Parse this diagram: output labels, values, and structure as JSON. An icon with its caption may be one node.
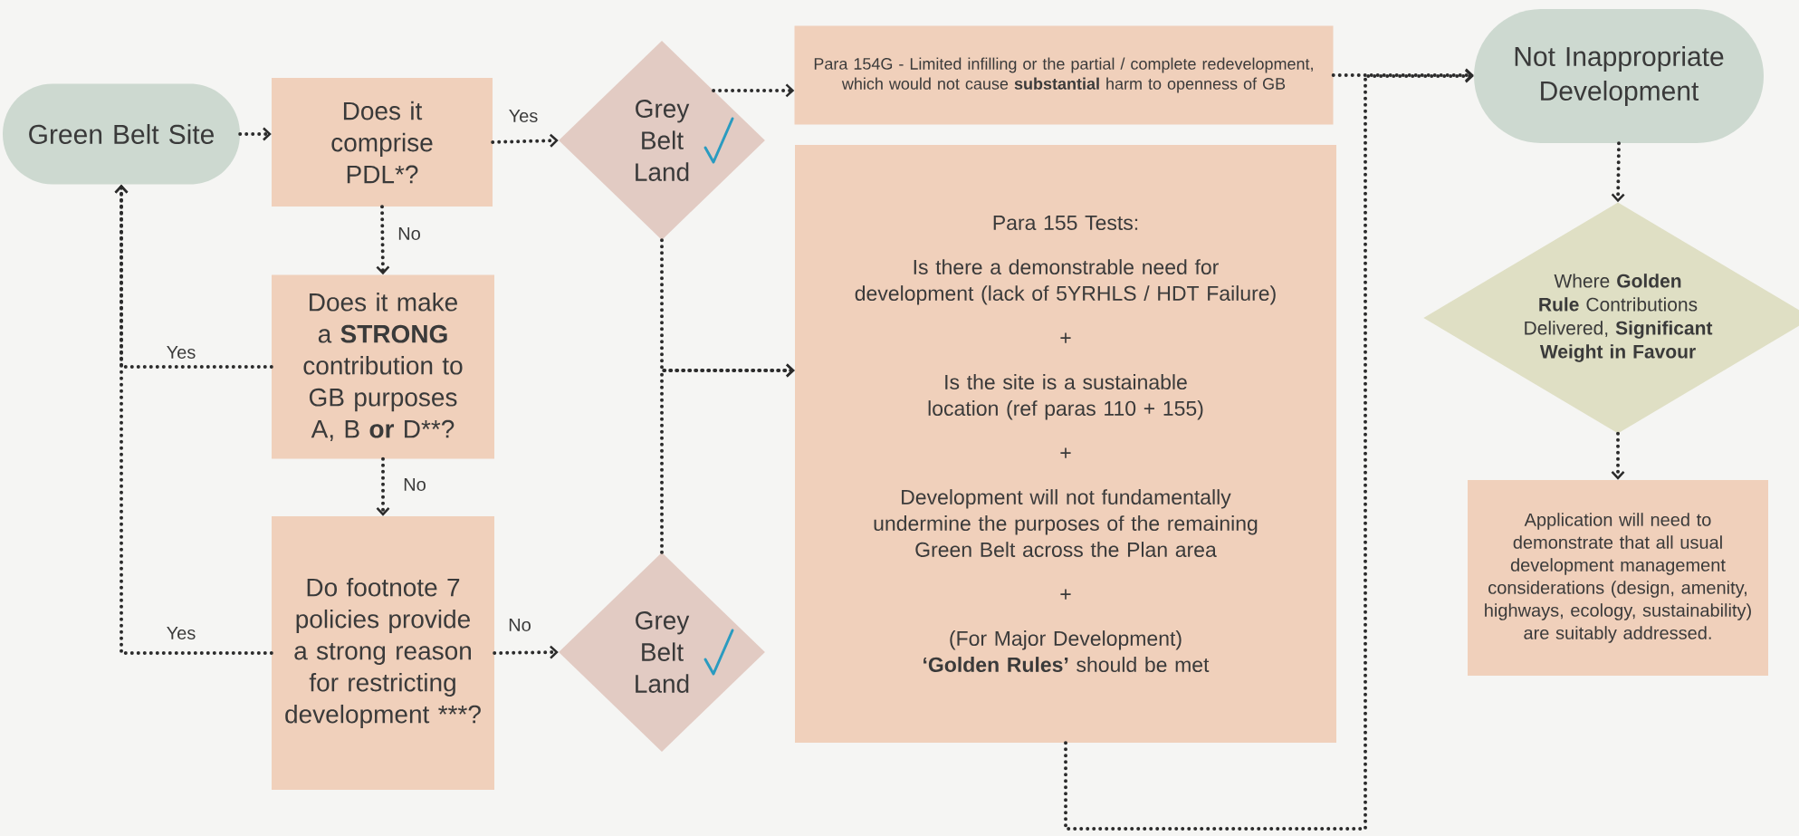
{
  "diagram": {
    "nodes": [
      {
        "text": [
          "Green Belt Site"
        ]
      },
      {
        "text": [
          "Does it comprise PDL*?"
        ]
      },
      {
        "text": [
          "Grey Belt Land"
        ]
      },
      {
        "text": [
          "Para 154G - Limited infilling or the partial / complete redevelopment, which would not cause **substantial** harm to openness of GB"
        ]
      },
      {
        "text": [
          "Para 155 Tests:",
          "Is there a demonstrable need for development (lack of 5YRHLS / HDT Failure)",
          "+",
          "Is the site is a sustainable location (ref paras 110 + 155)",
          "+",
          "Development will not fundamentally undermine the purposes of the remaining Green Belt across the Plan area",
          "+",
          "(For Major Development) **‘Golden Rules’** should be met"
        ]
      },
      {
        "text": [
          "Not Inappropriate Development"
        ]
      },
      {
        "text": [
          "Does it make a **STRONG** contribution to GB purposes A, B **or** D**?"
        ]
      },
      {
        "text": [
          "Where **Golden Rule** Contributions Delivered, **Significant Weight in Favour**"
        ]
      },
      {
        "text": [
          "Do footnote 7 policies provide a strong reason for restricting development ***?"
        ]
      },
      {
        "text": [
          "Grey Belt Land"
        ]
      },
      {
        "text": [
          "Application will need to demonstrate that all usual development management considerations (design, amenity, highways, ecology, sustainability) are suitably addressed."
        ]
      }
    ],
    "edges": [
      {
        "from": 0,
        "to": 1,
        "arrow": "to"
      },
      {
        "from": 1,
        "to": 2,
        "arrow": "to",
        "label": "Yes"
      },
      {
        "from": 1,
        "to": 6,
        "arrow": "to",
        "label": "No"
      },
      {
        "from": 6,
        "to": 0,
        "arrow": "to",
        "label": "Yes"
      },
      {
        "from": 6,
        "to": 8,
        "arrow": "to",
        "label": "No"
      },
      {
        "from": 8,
        "to": 0,
        "arrow": "to",
        "label": "Yes"
      },
      {
        "from": 8,
        "to": 9,
        "arrow": "to",
        "label": "No"
      },
      {
        "from": 2,
        "to": 3,
        "arrow": "to"
      },
      {
        "from": 2,
        "to": 4,
        "arrow": "to"
      },
      {
        "from": 9,
        "to": 4,
        "arrow": "to"
      },
      {
        "from": 3,
        "to": 5,
        "arrow": "to"
      },
      {
        "from": 4,
        "to": 5,
        "arrow": "to"
      },
      {
        "from": 5,
        "to": 7,
        "arrow": "to"
      },
      {
        "from": 7,
        "to": 10,
        "arrow": "to"
      }
    ]
  }
}
